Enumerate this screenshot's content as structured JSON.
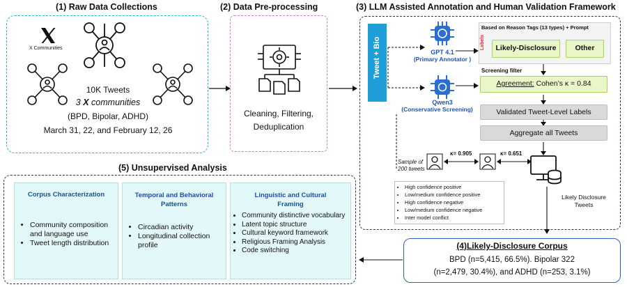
{
  "sections": {
    "raw": {
      "title": "(1) Raw Data Collections",
      "x_brand": "X Communities",
      "tweets": "10K Tweets",
      "communities_pre": "3",
      "communities_x": "X",
      "communities_post": "communities",
      "conditions": "(BPD, Bipolar, ADHD)",
      "dates": "March 31, 22, and February 12, 26"
    },
    "pre": {
      "title": "(2) Data Pre-processing",
      "line1": "Cleaning, Filtering,",
      "line2": "Deduplication"
    },
    "llm": {
      "title": "(3) LLM Assisted Annotation and Human Validation Framework",
      "input_label": "Tweet + Bio",
      "gpt_name": "GPT 4.1",
      "gpt_role": "(Primary Annotator )",
      "qwen_name": "Qwen3",
      "qwen_role": "(Conservative Screening)",
      "reason_header": "Based on Reason Tags (13 types) + Prompt",
      "labels_tag": "Labels",
      "label_likely": "Likely-Disclosure",
      "label_other": "Other",
      "screening_filter": "Screening filter",
      "agreement_prefix": "Agreement:",
      "agreement_text": " Cohen’s κ = 0.84",
      "validated": "Validated Tweet-Level Labels",
      "aggregate": "Aggregate all Tweets",
      "sample_line1": "Sample of",
      "sample_line2": "200 tweets",
      "kappa1": "κ= 0.905",
      "kappa2": "κ= 0.651",
      "likely_tweets_1": "Likely Disclosure",
      "likely_tweets_2": "Tweets",
      "confidence": [
        "High confidence positive",
        "Low/medium confidence positive",
        "High confidence negative",
        "Low/medium confidence negative",
        "Inter model conflict"
      ]
    },
    "corpus": {
      "title": "(4)Likely-Disclosure Corpus",
      "line1": "BPD (n=5,415, 66.5%). Bipolar 322",
      "line2": "(n=2,479, 30.4%), and ADHD (n=253, 3.1%)"
    },
    "unsup": {
      "title": "(5) Unsupervised Analysis",
      "panels": [
        {
          "title": "Corpus Characterization",
          "items": [
            "Community composition and language use",
            "Tweet length distribution"
          ]
        },
        {
          "title": "Temporal and Behavioral Patterns",
          "items": [
            "Circadian activity",
            "Longitudinal collection profile"
          ]
        },
        {
          "title": "Linguistic and Cultural Framing",
          "items": [
            "Community distinctive vocabulary",
            "Latent topic structure",
            "Cultural keyword framework",
            "Religious Framing Analysis",
            "Code switching"
          ]
        }
      ]
    }
  },
  "colors": {
    "cyan_border": "#2ab7d6",
    "magenta_border": "#d67ad8",
    "navy_border": "#2a3166",
    "tweet_bio_bg": "#1f9fd8",
    "label_bg": "#e9f7c8",
    "label_border": "#a6d45a",
    "gray_box": "#d9d9d9",
    "panel_bg": "#e3f8f8",
    "panel_title": "#1a4fa8",
    "corpus_border": "#2b5fc4",
    "gpt_text": "#1a55c4"
  }
}
